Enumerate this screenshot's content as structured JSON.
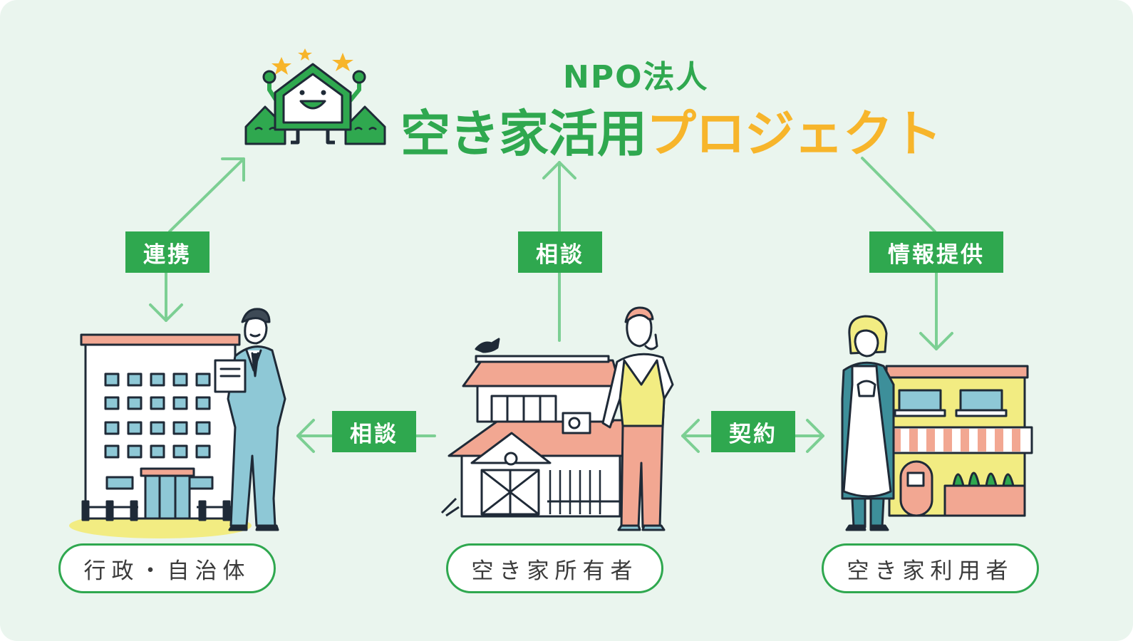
{
  "header": {
    "org_type": "NPO法人",
    "title_green": "空き家活用",
    "title_orange": "プロジェクト"
  },
  "relations": {
    "admin_link": "連携",
    "owner_consult_up": "相談",
    "info_provide": "情報提供",
    "owner_consult_left": "相談",
    "contract": "契約"
  },
  "actors": {
    "admin": "行政・自治体",
    "owner": "空き家所有者",
    "user": "空き家利用者"
  },
  "colors": {
    "background": "#eaf5ee",
    "green": "#2fa84f",
    "arrow": "#7ccf93",
    "orange": "#f7b52b",
    "ink": "#1f2a37"
  }
}
